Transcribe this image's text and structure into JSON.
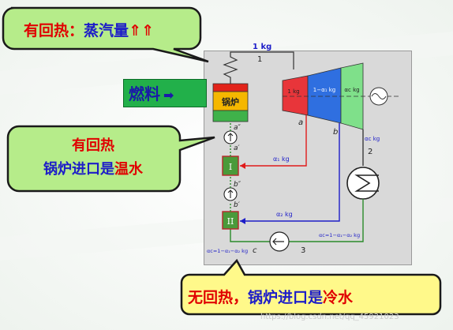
{
  "callout_top": {
    "part1": "有回热：",
    "part2": "蒸汽量",
    "arrows": "⇑⇑"
  },
  "callout_left": {
    "line1": "有回热",
    "line2_a": "锅炉进口是",
    "line2_b": "温水"
  },
  "callout_bottom": {
    "part1": "无回热，",
    "part2": "锅炉进口是",
    "part3": "冷水"
  },
  "fuel": {
    "label": "燃料",
    "arrow": "➡"
  },
  "diagram": {
    "boiler": "锅炉",
    "mass_top": "1 kg",
    "state_1": "1",
    "state_2": "2",
    "state_3": "3",
    "point_a": "a",
    "point_b": "b",
    "point_c": "c",
    "stage1": "1 kg",
    "stage2": "1−α₁ kg",
    "stage3": "αc kg",
    "exhaust": "αc kg",
    "bleed1": "α₁ kg",
    "bleed2": "α₂ kg",
    "heater1": "I",
    "heater2": "II",
    "a2": "a″",
    "a1": "a′",
    "b2": "b″",
    "b1": "b′",
    "condensate_right": "αc=1−α₁−α₂ kg",
    "condensate_left": "αc=1−α₁−α₂ kg"
  },
  "watermark": "https://blog.csdn.net/qq_45921023"
}
